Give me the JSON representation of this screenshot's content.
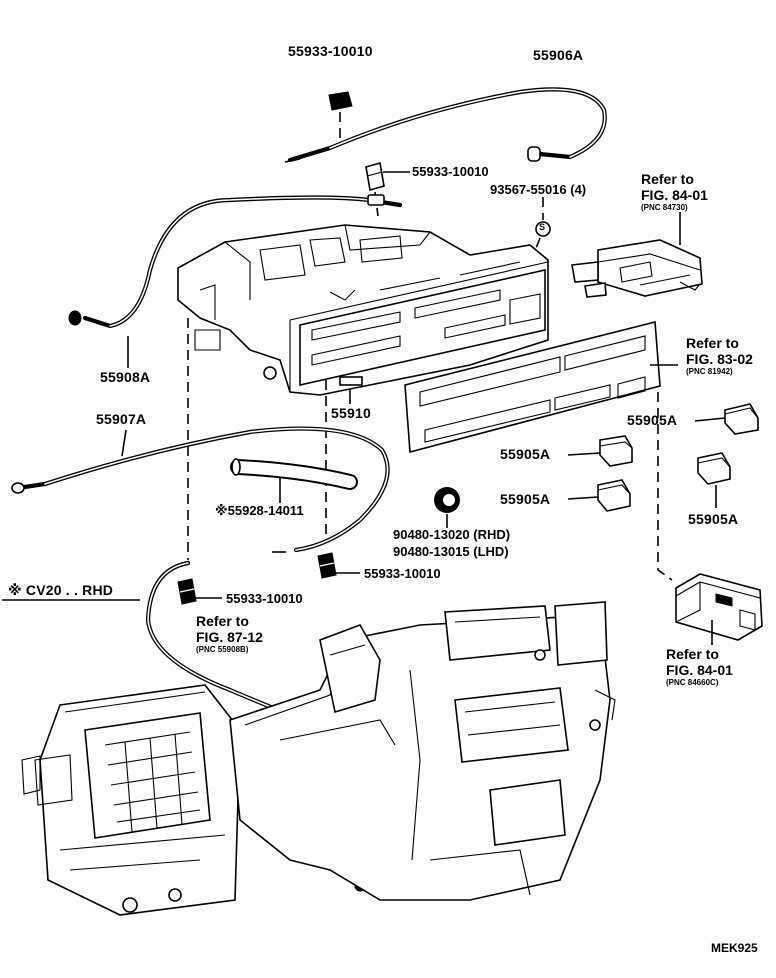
{
  "parts": {
    "p1": "55933-10010",
    "p2": "55906A",
    "p3": "55933-10010",
    "p4": "93567-55016 (4)",
    "p5": "55908A",
    "p6": "55910",
    "p7": "55907A",
    "p8": "55905A",
    "p9": "55905A",
    "p10": "55905A",
    "p11": "55905A",
    "p12": "※55928-14011",
    "p13": "90480-13020 (RHD)",
    "p14": "90480-13015 (LHD)",
    "p15": "55933-10010",
    "p16": "55933-10010"
  },
  "condition_note": "※ CV20 . . RHD",
  "references": {
    "r1": {
      "line1": "Refer to",
      "line2": "FIG. 84-01",
      "pnc": "(PNC 84730)"
    },
    "r2": {
      "line1": "Refer to",
      "line2": "FIG. 83-02",
      "pnc": "(PNC 81942)"
    },
    "r3": {
      "line1": "Refer to",
      "line2": "FIG. 87-12",
      "pnc": "(PNC 55908B)"
    },
    "r4": {
      "line1": "Refer to",
      "line2": "FIG. 84-01",
      "pnc": "(PNC 84660C)"
    }
  },
  "fastener_symbol": "S",
  "drawing_code": "MEK925"
}
